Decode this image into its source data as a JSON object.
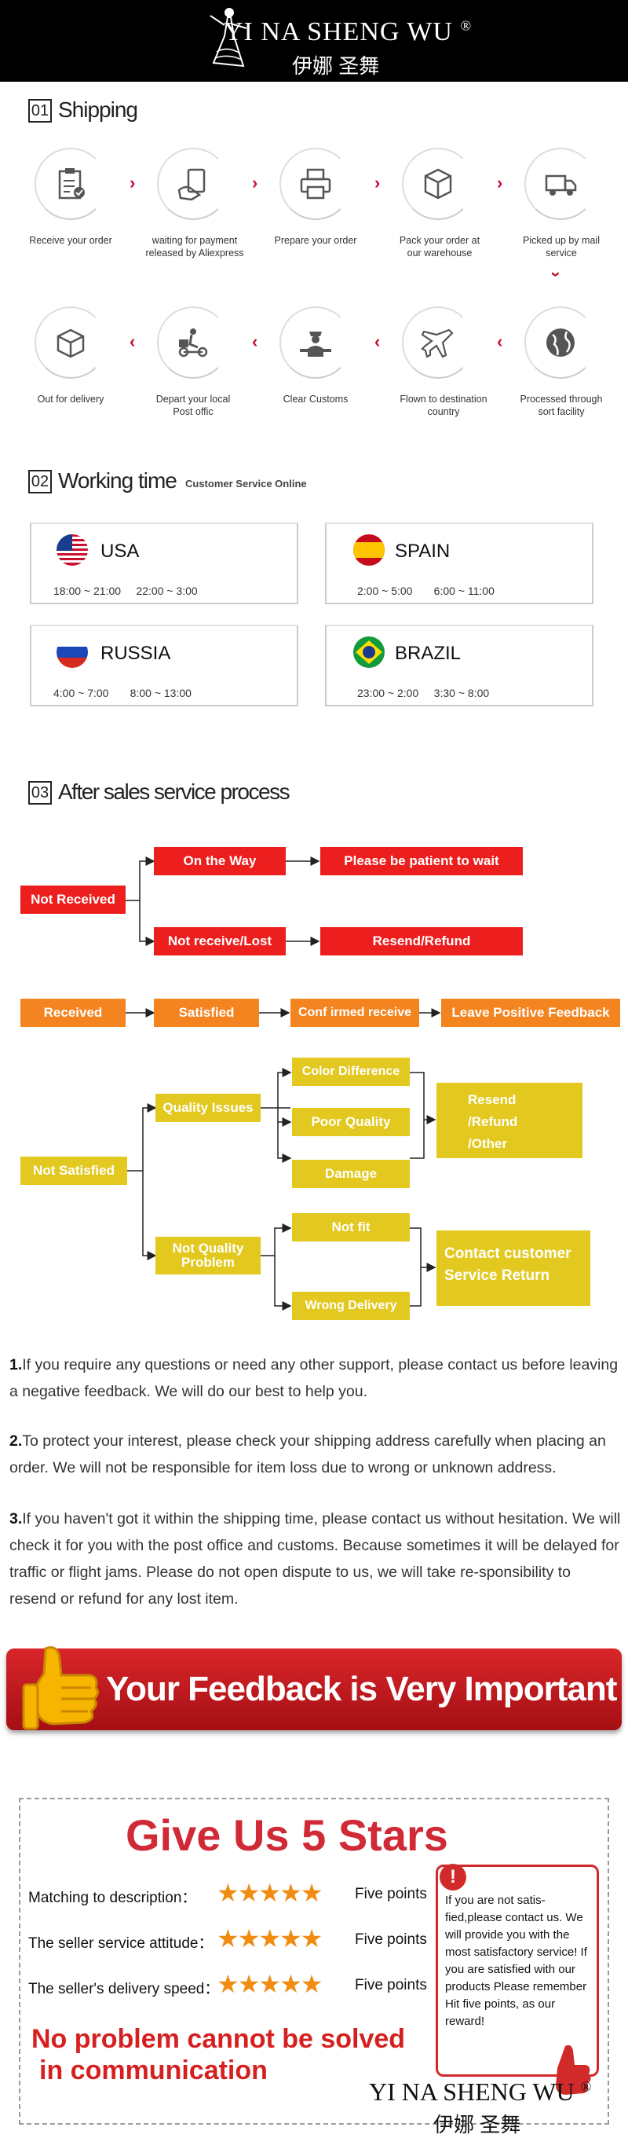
{
  "header": {
    "brand": "YI NA SHENG WU",
    "registered": "®",
    "brand_cn": "伊娜 圣舞"
  },
  "shipping": {
    "number": "01",
    "title": "Shipping",
    "steps": [
      {
        "label": "Receive your order",
        "icon": "clipboard-check-icon"
      },
      {
        "label": "waiting for payment released by Aliexpress",
        "icon": "payment-hand-icon"
      },
      {
        "label": "Prepare your order",
        "icon": "printer-icon"
      },
      {
        "label": "Pack your order at our warehouse",
        "icon": "package-box-icon"
      },
      {
        "label": "Picked up by mail service",
        "icon": "delivery-truck-icon"
      },
      {
        "label": "Processed through sort facility",
        "icon": "globe-icon"
      },
      {
        "label": "Flown to destination country",
        "icon": "airplane-icon"
      },
      {
        "label": "Clear Customs",
        "icon": "customs-officer-icon"
      },
      {
        "label": "Depart your local Post offic",
        "icon": "scooter-courier-icon"
      },
      {
        "label": "Out for delivery",
        "icon": "open-box-icon"
      }
    ]
  },
  "working_time": {
    "number": "02",
    "title": "Working time",
    "subtitle": "Customer Service Online",
    "regions": [
      {
        "country": "USA",
        "times": "18:00 ~ 21:00     22:00 ~ 3:00",
        "flag": "usa-flag-icon"
      },
      {
        "country": "SPAIN",
        "times": "2:00 ~ 5:00       6:00 ~ 11:00",
        "flag": "spain-flag-icon"
      },
      {
        "country": "RUSSIA",
        "times": "4:00 ~ 7:00       8:00 ~ 13:00",
        "flag": "russia-flag-icon"
      },
      {
        "country": "BRAZIL",
        "times": "23:00 ~ 2:00     3:30 ~ 8:00",
        "flag": "brazil-flag-icon"
      }
    ]
  },
  "after_sales": {
    "number": "03",
    "title": "After sales service process",
    "not_received": "Not Received",
    "on_the_way": "On the Way",
    "be_patient": "Please be patient to wait",
    "not_receive_lost": "Not receive/Lost",
    "resend_refund": "Resend/Refund",
    "received": "Received",
    "satisfied": "Satisfied",
    "confirmed": "Conf irmed receive",
    "leave_feedback": "Leave Positive Feedback",
    "not_satisfied": "Not Satisfied",
    "quality_issues": "Quality Issues",
    "not_quality_line1": "Not Quality",
    "not_quality_line2": "Problem",
    "color_difference": "Color Difference",
    "poor_quality": "Poor Quality",
    "damage": "Damage",
    "not_fit": "Not fit",
    "wrong_delivery": "Wrong Delivery",
    "resend_line1": "Resend",
    "resend_line2": "/Refund",
    "resend_line3": "/Other",
    "contact_line1": "Contact customer",
    "contact_line2": "Service Return"
  },
  "notes": [
    {
      "num": "1.",
      "text": "If you require any questions or need any other support, please contact us before leaving a negative feedback. We will do our best to help you."
    },
    {
      "num": "2.",
      "text": "To protect your interest, please check your shipping address carefully when placing an order. We will not be responsible for item loss due to wrong or unknown address."
    },
    {
      "num": "3.",
      "text": "If you haven't got it within the shipping time, please contact us without hesitation. We will check it for you with the post office and customs. Because sometimes it will be delayed for traffic or flight jams. Please do not open dispute to us, we will take re-sponsibility to resend or refund for any lost item."
    }
  ],
  "feedback": {
    "banner": "Your Feedback is Very Important",
    "give_stars": "Give Us 5 Stars",
    "ratings": [
      {
        "label": "Matching to description：",
        "stars": "★★★★★",
        "points": "Five points"
      },
      {
        "label": "The seller service attitude：",
        "stars": "★★★★★",
        "points": "Five points"
      },
      {
        "label": "The seller's delivery speed：",
        "stars": "★★★★★",
        "points": "Five points"
      }
    ],
    "notice_mark": "!",
    "notice": "If you are not satis-fied,please contact us. We will provide you with the most satisfactory service! If you are satisfied with our products Please remember Hit five points, as our reward!",
    "slogan_line1": "No problem cannot be solved",
    "slogan_line2": "in communication",
    "brand": "YI NA SHENG WU",
    "registered": "®",
    "brand_cn": "伊娜 圣舞"
  },
  "colors": {
    "red": "#ec1e1e",
    "orange": "#f38420",
    "yellow": "#e2c81f",
    "accent_arrow": "#c8102e"
  }
}
